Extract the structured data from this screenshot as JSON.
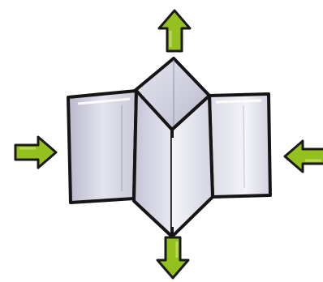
{
  "diagram": {
    "subject": "origami-fold-step",
    "arrows": [
      {
        "id": "up",
        "direction": "up"
      },
      {
        "id": "left",
        "direction": "right"
      },
      {
        "id": "right",
        "direction": "left"
      },
      {
        "id": "down",
        "direction": "down"
      }
    ],
    "colors": {
      "arrow_fill": "#95c11f",
      "arrow_stroke": "#1a1a1a",
      "paper_light": "#f0f0f6",
      "paper_mid": "#d6d6e2",
      "paper_dark": "#b6b6c8",
      "outline": "#151515"
    }
  }
}
